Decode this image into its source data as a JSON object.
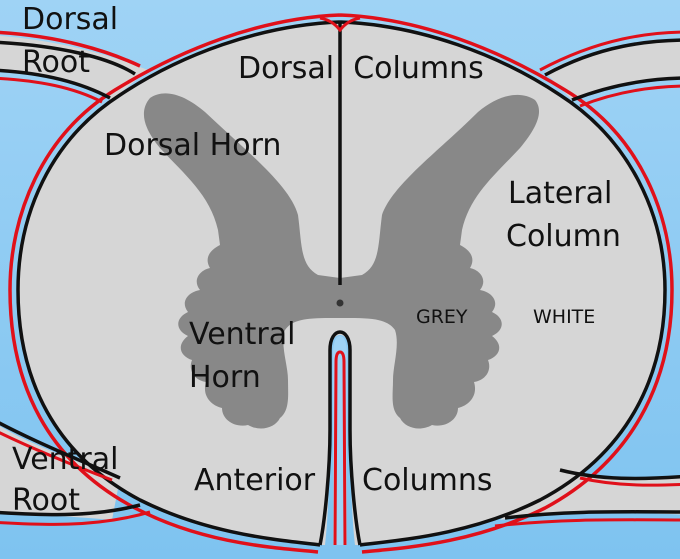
{
  "labels": {
    "dorsal_root": [
      "Dorsal",
      "Root"
    ],
    "dorsal_columns": "Dorsal  Columns",
    "dorsal_horn": "Dorsal Horn",
    "lateral_column": [
      "Lateral",
      "Column"
    ],
    "ventral_horn": [
      "Ventral",
      "Horn"
    ],
    "grey": "GREY",
    "white": "WHITE",
    "ventral_root": [
      "Ventral",
      "Root"
    ],
    "anterior": "Anterior",
    "columns": "Columns"
  },
  "colors": {
    "background_top": "#9fd3f5",
    "background_bottom": "#7ec3f0",
    "white_matter": "#d6d6d6",
    "grey_matter": "#888888",
    "outline": "#111111",
    "pia_membrane": "#e0101a"
  }
}
